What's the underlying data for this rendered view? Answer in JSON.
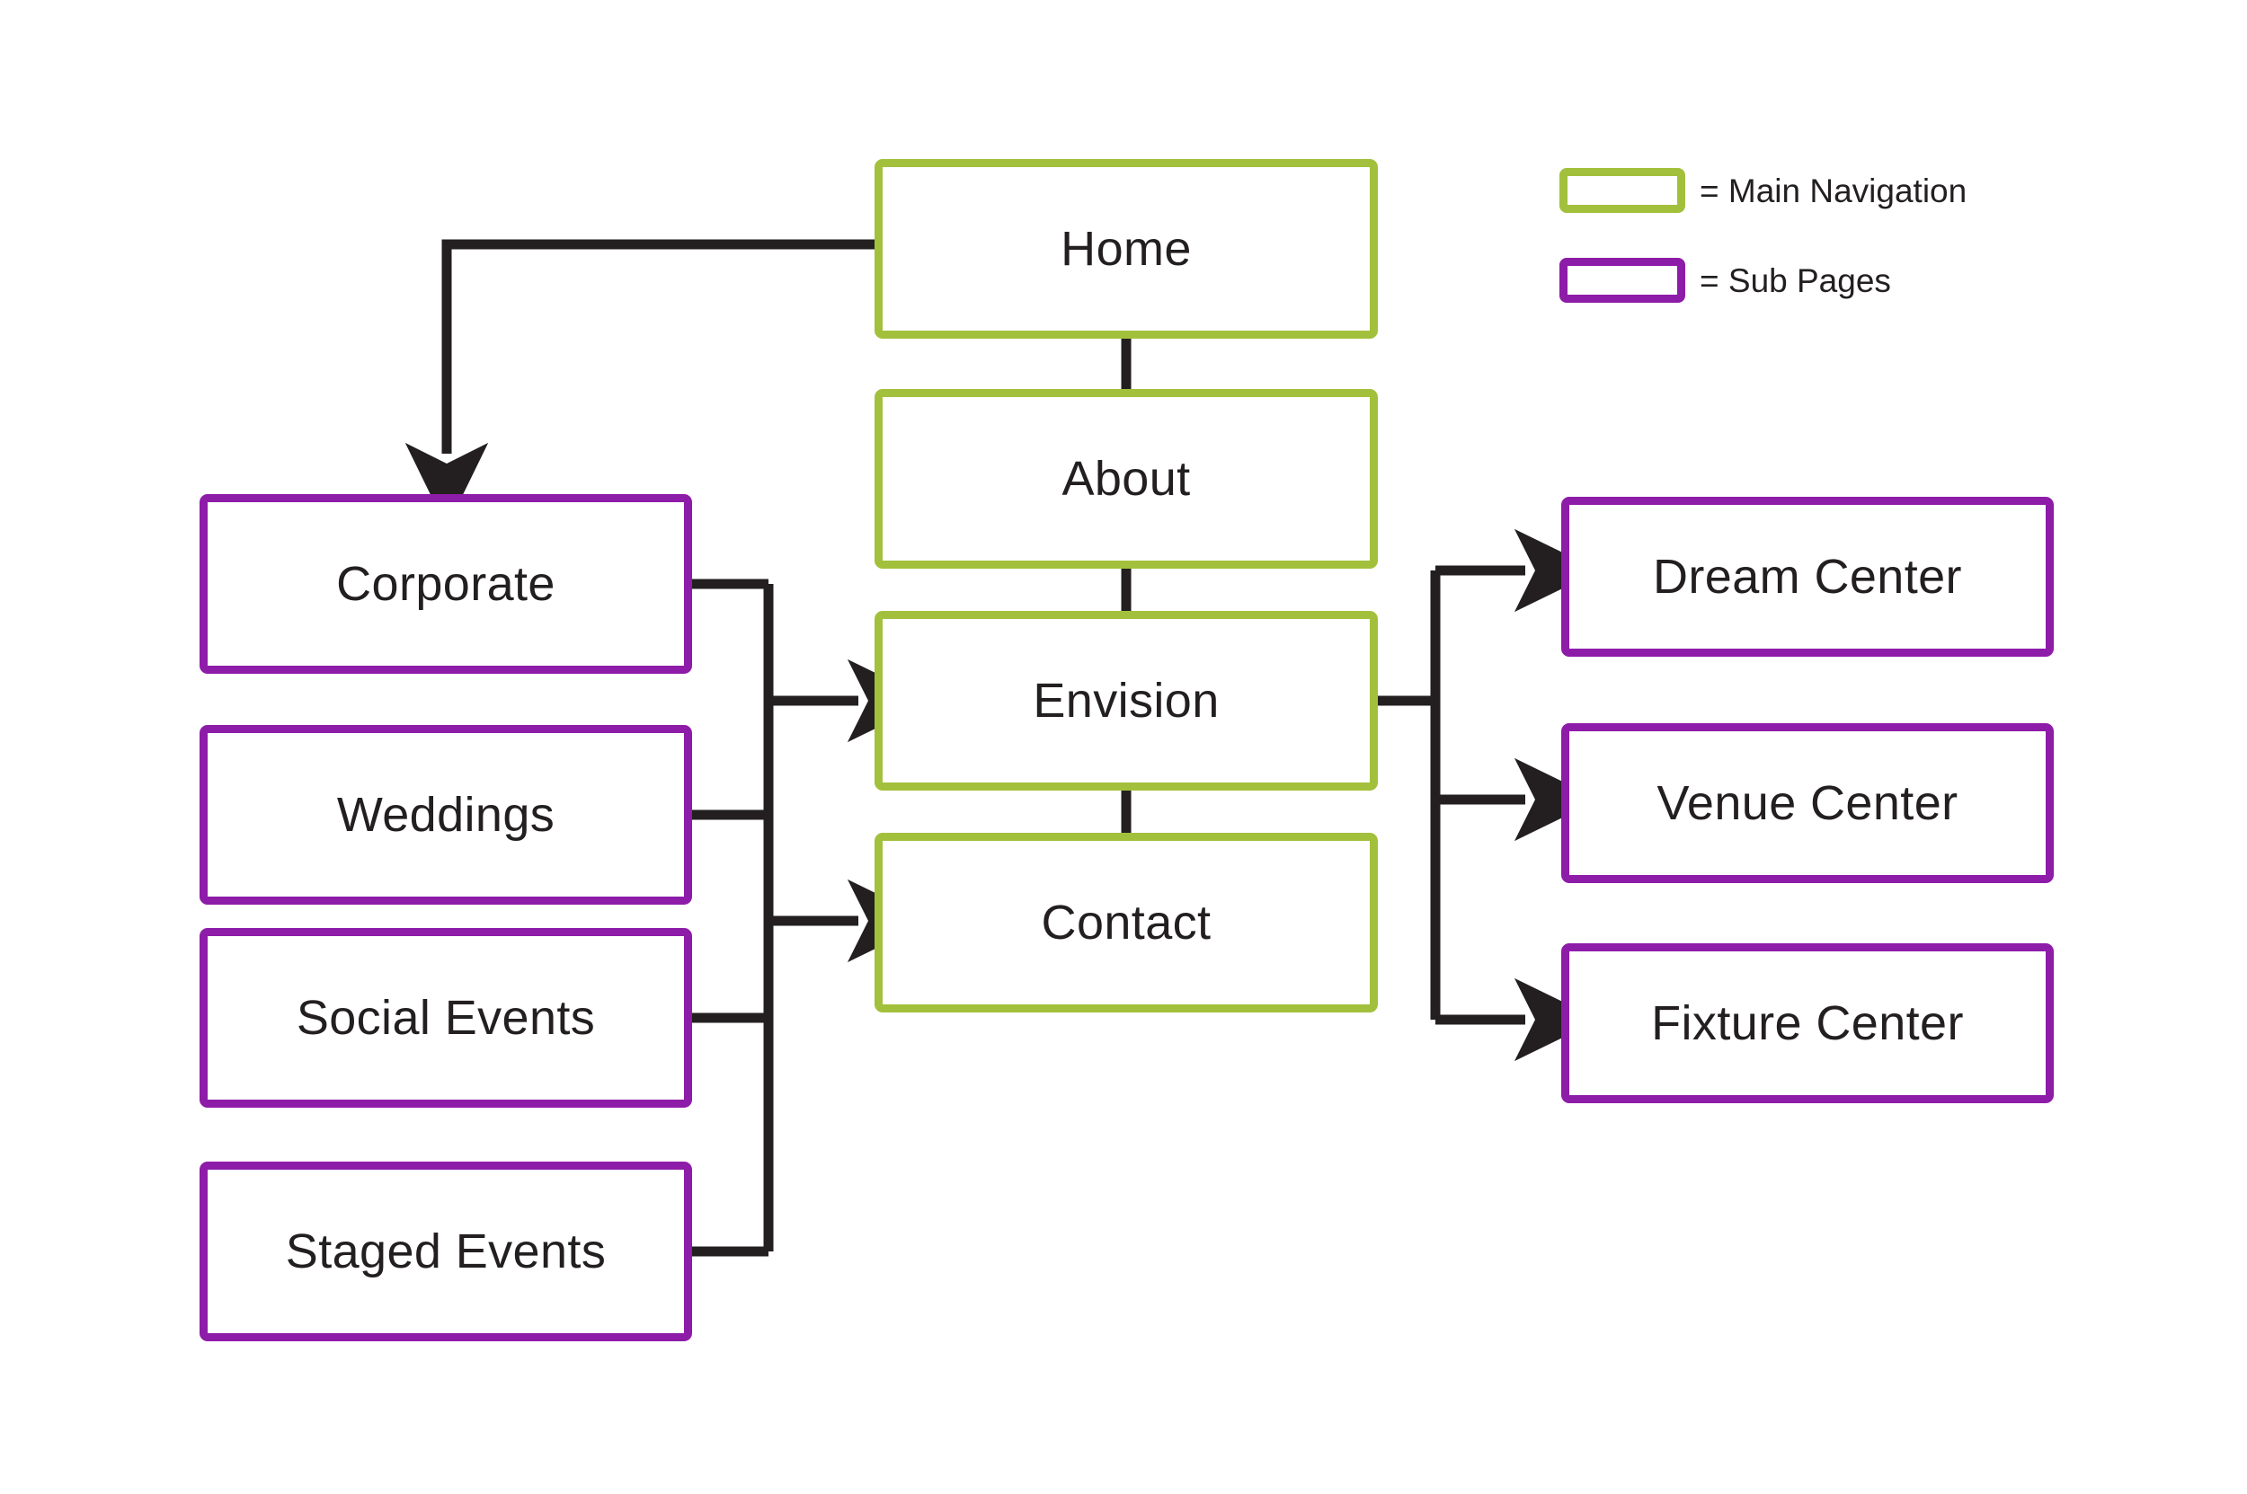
{
  "diagram": {
    "title": "Website Sitemap",
    "background_color": "#ffffff",
    "colors": {
      "main_navigation": "#a3c03c",
      "sub_pages": "#8d1ca8",
      "connector": "#231f20",
      "text": "#231f20"
    }
  },
  "legend": {
    "items": [
      {
        "swatch": "main-navigation-swatch",
        "label": "= Main Navigation",
        "color": "#a3c03c"
      },
      {
        "swatch": "sub-pages-swatch",
        "label": "= Sub Pages",
        "color": "#8d1ca8"
      }
    ]
  },
  "nodes": {
    "main_navigation": [
      {
        "id": "home",
        "label": "Home"
      },
      {
        "id": "about",
        "label": "About"
      },
      {
        "id": "envision",
        "label": "Envision"
      },
      {
        "id": "contact",
        "label": "Contact"
      }
    ],
    "sub_pages_left": [
      {
        "id": "corporate",
        "label": "Corporate"
      },
      {
        "id": "weddings",
        "label": "Weddings"
      },
      {
        "id": "social-events",
        "label": "Social Events"
      },
      {
        "id": "staged-events",
        "label": "Staged Events"
      }
    ],
    "sub_pages_right": [
      {
        "id": "dream-center",
        "label": "Dream Center"
      },
      {
        "id": "venue-center",
        "label": "Venue Center"
      },
      {
        "id": "fixture-center",
        "label": "Fixture Center"
      }
    ]
  },
  "connections": [
    {
      "from": "home",
      "to": "corporate",
      "style": "arrow"
    },
    {
      "from": "home",
      "to": "about",
      "style": "line"
    },
    {
      "from": "about",
      "to": "envision",
      "style": "line"
    },
    {
      "from": "envision",
      "to": "contact",
      "style": "line"
    },
    {
      "from": "corporate",
      "to": "envision",
      "style": "arrow"
    },
    {
      "from": "weddings",
      "to": "envision",
      "style": "arrow"
    },
    {
      "from": "social-events",
      "to": "contact",
      "style": "arrow"
    },
    {
      "from": "staged-events",
      "to": "contact",
      "style": "arrow"
    },
    {
      "from": "envision",
      "to": "dream-center",
      "style": "arrow"
    },
    {
      "from": "envision",
      "to": "venue-center",
      "style": "arrow"
    },
    {
      "from": "envision",
      "to": "fixture-center",
      "style": "arrow"
    }
  ]
}
